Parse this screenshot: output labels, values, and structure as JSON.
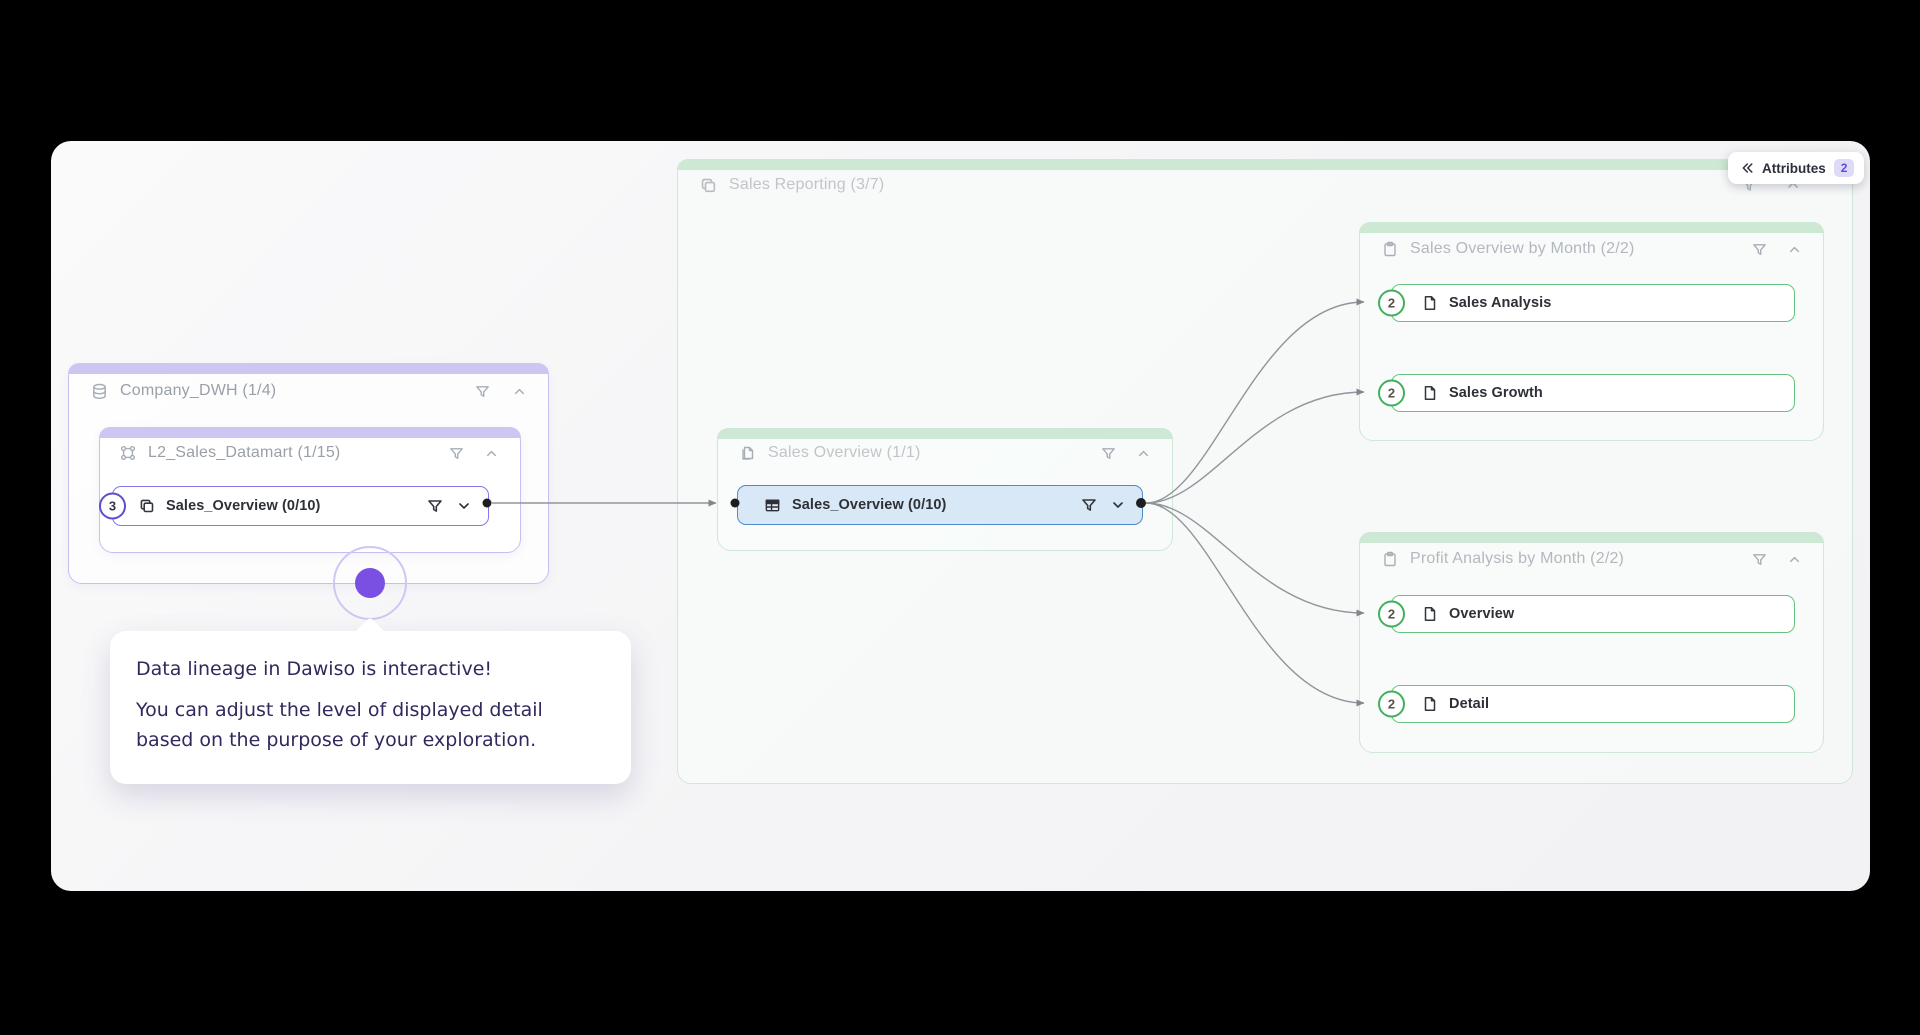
{
  "attributes_panel": {
    "collapse_icon": "attributes-collapse",
    "label": "Attributes",
    "badge": "2"
  },
  "groups": {
    "sales_reporting": {
      "title": "Sales Reporting (3/7)"
    },
    "company_dwh": {
      "title": "Company_DWH (1/4)"
    },
    "l2_sales_datamart": {
      "title": "L2_Sales_Datamart (1/15)"
    },
    "sales_overview": {
      "title": "Sales Overview (1/1)"
    },
    "sales_overview_by_month": {
      "title": "Sales Overview by Month (2/2)"
    },
    "profit_analysis_by_month": {
      "title": "Profit Analysis by Month (2/2)"
    }
  },
  "nodes": {
    "dwh_sales_overview": {
      "label": "Sales_Overview (0/10)",
      "badge": "3"
    },
    "report_sales_overview": {
      "label": "Sales_Overview (0/10)"
    },
    "sales_analysis": {
      "label": "Sales Analysis",
      "badge": "2"
    },
    "sales_growth": {
      "label": "Sales Growth",
      "badge": "2"
    },
    "overview": {
      "label": "Overview",
      "badge": "2"
    },
    "detail": {
      "label": "Detail",
      "badge": "2"
    }
  },
  "tooltip": {
    "headline": "Data lineage in Dawiso is interactive!",
    "body": "You can adjust the level of displayed detail based on the purpose of your exploration."
  },
  "colors": {
    "accent_purple": "#7a4fe3",
    "purple_node_border": "#8478ea",
    "purple_badge": "#5b4fd0",
    "green_border": "#66c47f",
    "green_badge": "#41b05c",
    "blue_node_border": "#4d8bca",
    "blue_node_fill": "#d9e8f6",
    "edge_gray": "#8f959b"
  }
}
